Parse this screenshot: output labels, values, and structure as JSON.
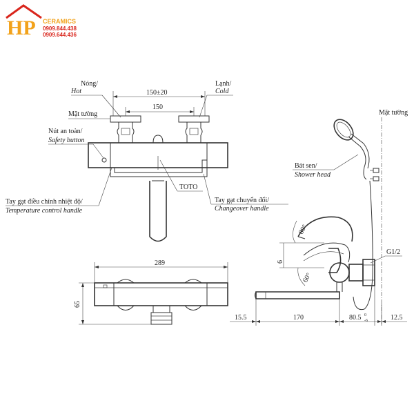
{
  "logo": {
    "mark": "HP",
    "brand": "CERAMICS",
    "phone1": "0909.844.438",
    "phone2": "0909.644.436",
    "colors": {
      "orange": "#f2a21b",
      "red": "#d9251c"
    }
  },
  "front_view": {
    "hot_vi": "Nóng/",
    "hot_en": "Hot",
    "cold_vi": "Lạnh/",
    "cold_en": "Cold",
    "wall_label": "Mặt tường",
    "dim_outer": "150±20",
    "dim_inner": "150",
    "safety_vi": "Nút an toàn/",
    "safety_en": "Safety button",
    "temp_vi": "Tay gạt điều chỉnh nhiệt độ/",
    "temp_en": "Temperature control handle",
    "brand_mark": "TOTO",
    "changeover_vi": "Tay gạt chuyển đổi/",
    "changeover_en": "Changeover handle"
  },
  "bottom_view": {
    "width": "289",
    "height": "65"
  },
  "side_view": {
    "wall_label": "Mặt tường",
    "shower_vi": "Bát sen/",
    "shower_en": "Shower head",
    "angle_top": "80°",
    "angle_bottom": "60°",
    "small_dim": "6",
    "thread": "G1/2",
    "dims": [
      "15.5",
      "170",
      "80.5",
      "12.5"
    ],
    "tol_upper": "0",
    "tol_lower": "-6"
  }
}
